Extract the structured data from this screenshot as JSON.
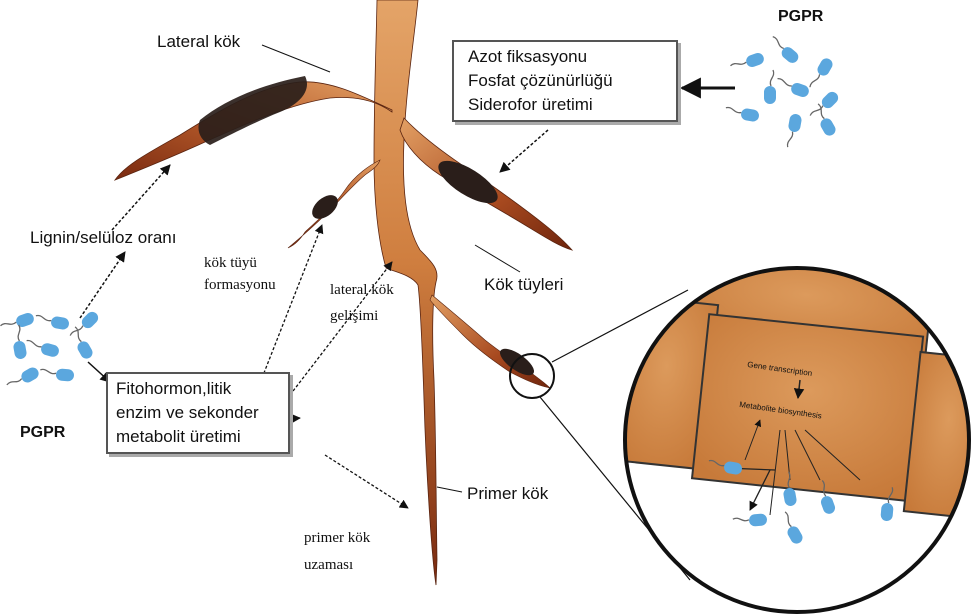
{
  "colors": {
    "root_light": "#E2A062",
    "root_dark": "#8E3515",
    "root_hairs": "#2a1e1a",
    "bacteria_fill": "#5BA7DE",
    "bacteria_flagella": "#666666",
    "cell_fill": "#D69151",
    "arrow": "#111111"
  },
  "labels": {
    "lateral_root": "Lateral kök",
    "pgpr_top": "PGPR",
    "pgpr_left": "PGPR",
    "lignin_ratio": "Lignin/selüloz oranı",
    "root_hair_formation_line1": "kök tüyü",
    "root_hair_formation_line2": "formasyonu",
    "lateral_root_dev_line1": "lateral kök",
    "lateral_root_dev_line2": "gelişimi",
    "root_hairs": "Kök tüyleri",
    "primary_root": "Primer kök",
    "primary_root_elongation_line1": "primer kök",
    "primary_root_elongation_line2": "uzaması"
  },
  "top_box": {
    "lines": [
      "Azot fiksasyonu",
      "Fosfat çözünürlüğü",
      "Siderofor üretimi"
    ]
  },
  "left_box": {
    "lines": [
      "Fitohormon,litik",
      "enzim ve sekonder",
      "metabolit üretimi"
    ]
  },
  "zoom": {
    "gene_transcription": "Gene transcription",
    "metabolite_synthesis": "Metabolite biosynthesis"
  },
  "icons": {
    "bacteria_cluster": "rod-bacteria-icon",
    "magnifier": "magnifier-circle-icon"
  }
}
